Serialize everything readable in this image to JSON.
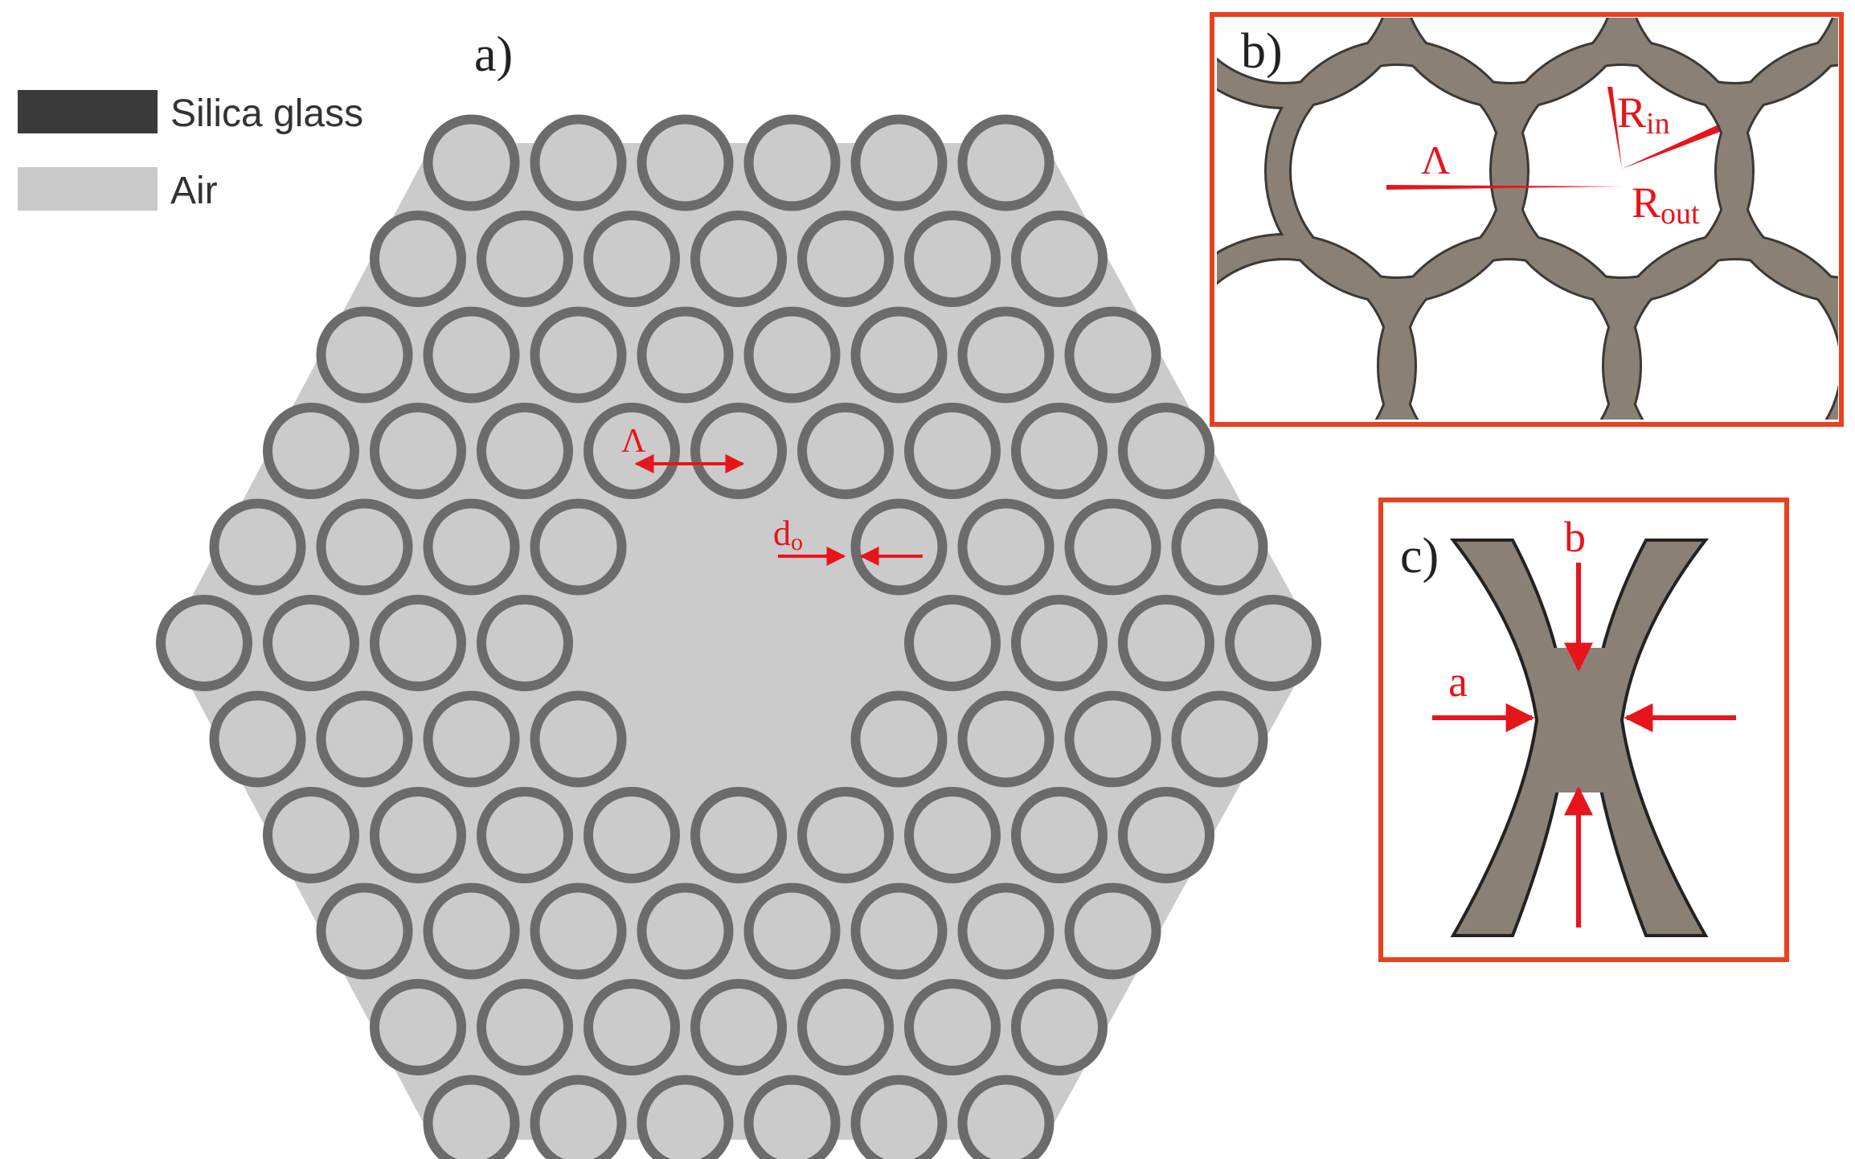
{
  "legend": {
    "items": [
      {
        "label": "Silica glass",
        "color": "#3a3a3a"
      },
      {
        "label": "Air",
        "color": "#c9c9c9"
      }
    ]
  },
  "panels": {
    "a": {
      "label": "a)"
    },
    "b": {
      "label": "b)"
    },
    "c": {
      "label": "c)"
    }
  },
  "annotations": {
    "pitch": "Λ",
    "outer_diameter": "d",
    "outer_diameter_sub": "o",
    "r_in": "R",
    "r_in_sub": "in",
    "r_out": "R",
    "r_out_sub": "out",
    "gap_a": "a",
    "gap_b": "b"
  },
  "colors": {
    "air": "#cbcbcb",
    "silica": "#6b6b6b",
    "glass_detail": "#8a8075",
    "annotation": "#e8141c",
    "frame": "#e8411f"
  },
  "structure": {
    "lattice": "hexagonal",
    "rings": 5,
    "core": "7-cell hollow core"
  }
}
